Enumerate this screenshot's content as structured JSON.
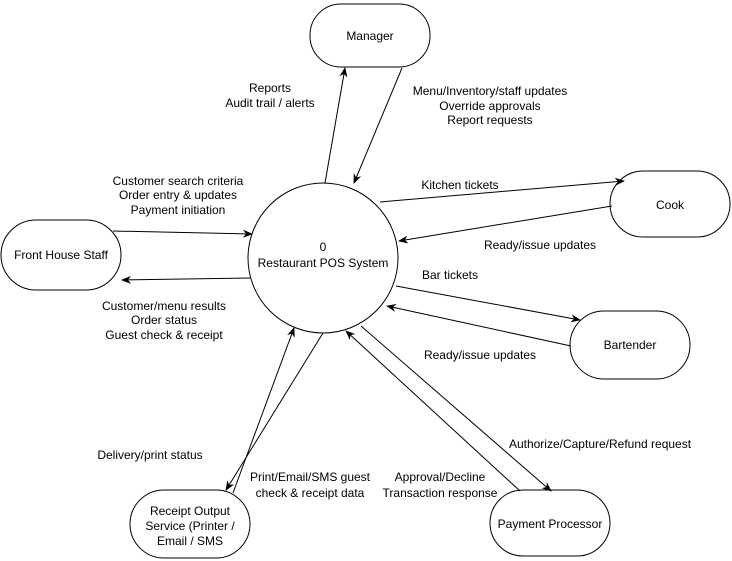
{
  "process": {
    "number": "0",
    "name": "Restaurant POS System"
  },
  "entities": {
    "manager": "Manager",
    "cook": "Cook",
    "front_house": "Front House Staff",
    "bartender": "Bartender",
    "receipt_output": [
      "Receipt Output",
      "Service (Printer /",
      "Email / SMS"
    ],
    "payment_processor": "Payment Processor"
  },
  "flows": {
    "reports": [
      "Reports",
      "Audit trail / alerts"
    ],
    "manager_updates": [
      "Menu/Inventory/staff updates",
      "Override approvals",
      "Report requests"
    ],
    "kitchen_tickets": "Kitchen tickets",
    "cook_updates": "Ready/issue updates",
    "front_inputs": [
      "Customer search criteria",
      "Order entry & updates",
      "Payment initiation"
    ],
    "front_outputs": [
      "Customer/menu results",
      "Order status",
      "Guest check & receipt"
    ],
    "bar_tickets": "Bar tickets",
    "bar_updates": "Ready/issue updates",
    "delivery_status": "Delivery/print status",
    "print_request": [
      "Print/Email/SMS guest",
      "check & receipt data"
    ],
    "approval": [
      "Approval/Decline",
      "Transaction response"
    ],
    "auth_request": "Authorize/Capture/Refund request"
  }
}
